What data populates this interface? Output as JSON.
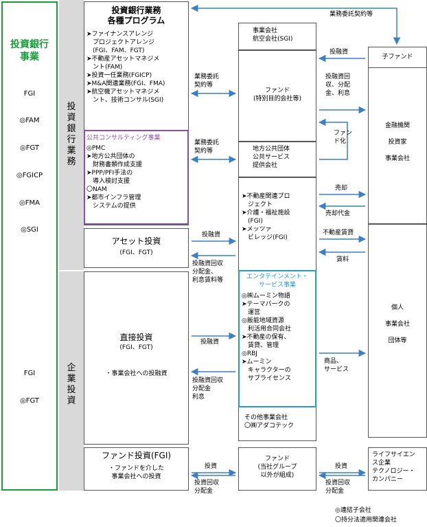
{
  "colors": {
    "green": "#1a9b3c",
    "purple": "#8c4da6",
    "blue": "#2399d6",
    "gray": "#d9d9d9",
    "arrow": "#3b7fc4"
  },
  "left": {
    "title": "投資銀行\n事業",
    "top_companies": [
      "FGI",
      "◎FAM",
      "◎FGT",
      "◎FGICP",
      "◎FMA",
      "◎SGI"
    ],
    "bottom_companies": [
      "FGI",
      "◎FGT"
    ]
  },
  "segments": {
    "ib": "投\n資\n銀\n行\n業\n務",
    "corp": "企\n業\n投\n資"
  },
  "ib_box": {
    "title": "投資銀行業務\n各種プログラム",
    "items": "➤ファイナンスアレンジ\n　プロジェクトアレンジ\n　(FGI、FAM、FGT)\n➤不動産アセットマネジメ\n　ント(FAM)\n➤投資一任業務(FGICP)\n➤M&A関連業務(FGI、FMA)\n➤航空機アセットマネジメ\n　ント、技術コンサル(SGI)"
  },
  "consulting": {
    "title": "公共コンサルティング事業",
    "items": "◎PMC\n➤地方公共団体の\n　財務書類作成支援\n➤PPP/PFI手法の\n　導入検討支援\n〇NAM\n➤都市インフラ管理\n　システムの提供"
  },
  "asset": {
    "title": "アセット投資",
    "sub": "(FGI、FGT)"
  },
  "direct": {
    "title": "直接投資",
    "sub": "(FGI、FGT)",
    "desc": "・事業会社への投融資"
  },
  "fund_inv": {
    "title": "ファンド投資(FGI)",
    "desc": "・ファンドを介した\n事業会社への投資"
  },
  "mid": {
    "airline": "事業会社\n航空会社(SGI)",
    "fund_spc": "ファンド\n(特別目的会社等)",
    "public": "地方公共団体\n公共サービス\n提供会社",
    "realestate": "➤不動産関連プロ\n　ジェクト\n➤介護・福祉施設\n　(FGI)\n➤メッツァ\n　ビレッジ(FGI)",
    "ent_title": "エンタテインメント・\nサービス事業",
    "ent_items": "◎㈱ムーミン物語\n➤テーマパークの\n　運営\n◎飯能地域資源\n　利活用合同会社\n➤不動産の保有、\n　賃貸、管理\n◎RBJ\n➤ムーミン\n　キャラクターの\n　サブライセンス",
    "other": "その他事業会社\n〇㈱アダコテック",
    "fund_group": "ファンド\n(当社グループ\n以外が組成)"
  },
  "right": {
    "subfund": "子ファンド",
    "investors": "金融機関\n\n投資家\n\n事業会社",
    "individuals": "個人\n\n事業会社\n\n団体等",
    "life": "ライフサイエン\nス企業\nテクノロジー・\nカンパニー"
  },
  "labels": {
    "contract_top": "業務委託契約等",
    "contract1": "業務委託\n契約等",
    "contract2": "業務委託\n契約等",
    "loan_top": "投融資",
    "recovery_top": "投融資回\n収、分配\n金、利息",
    "fund_ka": "ファン\nド化",
    "sale": "売却",
    "sale_price": "売却代金",
    "asset_loan": "投融資",
    "rent": "不動産賃貸",
    "rent_fee": "賃料",
    "asset_recovery": "投融資回収\n分配金、\n利息賃料等",
    "direct_loan": "投融資",
    "direct_recovery": "投融資回収\n分配金\n利息",
    "goods": "商品、\nサービス",
    "fund_invest": "投資",
    "fund_recovery": "投資回収\n分配金",
    "fund_invest2": "投資",
    "fund_recovery2": "投資回収\n分配金"
  },
  "legend": {
    "consolidated": "◎連結子会社",
    "equity": "〇持分法適用関連会社"
  }
}
